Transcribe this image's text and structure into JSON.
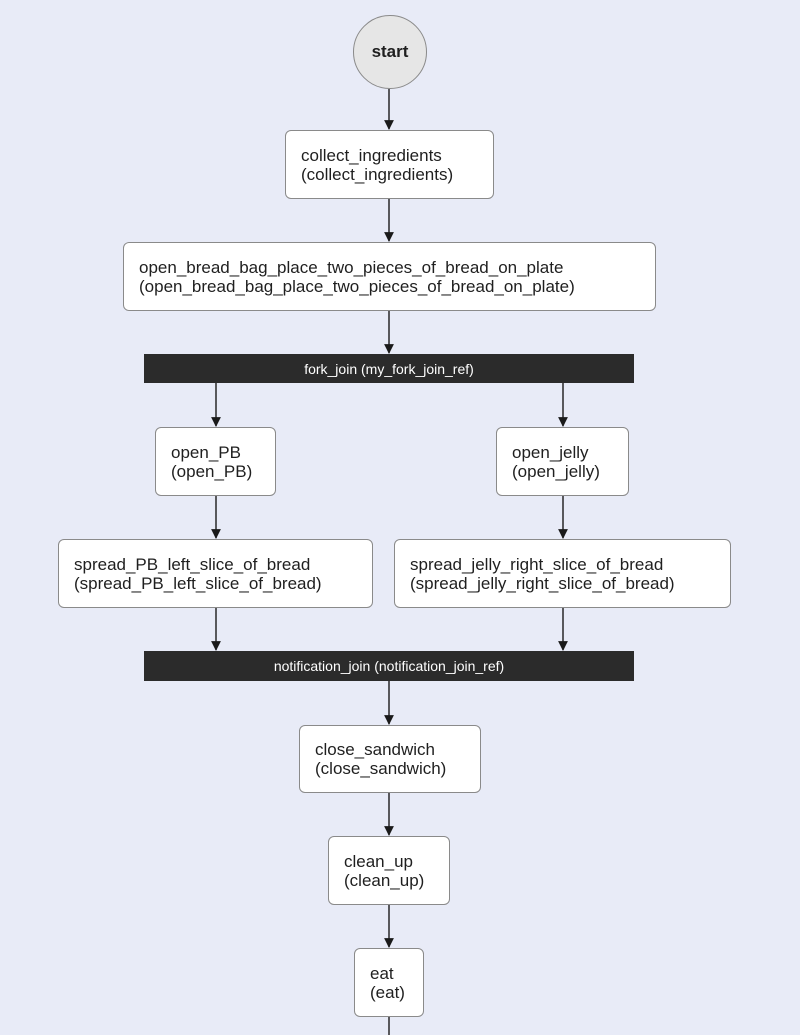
{
  "diagram": {
    "start_label": "start",
    "nodes": {
      "collect_ingredients": {
        "name": "collect_ingredients",
        "ref": "(collect_ingredients)"
      },
      "open_bread_bag": {
        "name": "open_bread_bag_place_two_pieces_of_bread_on_plate",
        "ref": "(open_bread_bag_place_two_pieces_of_bread_on_plate)"
      },
      "open_pb": {
        "name": "open_PB",
        "ref": "(open_PB)"
      },
      "open_jelly": {
        "name": "open_jelly",
        "ref": "(open_jelly)"
      },
      "spread_pb": {
        "name": "spread_PB_left_slice_of_bread",
        "ref": "(spread_PB_left_slice_of_bread)"
      },
      "spread_jelly": {
        "name": "spread_jelly_right_slice_of_bread",
        "ref": "(spread_jelly_right_slice_of_bread)"
      },
      "close_sandwich": {
        "name": "close_sandwich",
        "ref": "(close_sandwich)"
      },
      "clean_up": {
        "name": "clean_up",
        "ref": "(clean_up)"
      },
      "eat": {
        "name": "eat",
        "ref": "(eat)"
      }
    },
    "bars": {
      "fork": "fork_join (my_fork_join_ref)",
      "notification": "notification_join (notification_join_ref)"
    },
    "colors": {
      "background": "#e8ebf7",
      "node_fill": "#ffffff",
      "start_fill": "#e6e6e6",
      "bar_fill": "#2b2b2b",
      "edge": "#1a1a1a"
    }
  }
}
